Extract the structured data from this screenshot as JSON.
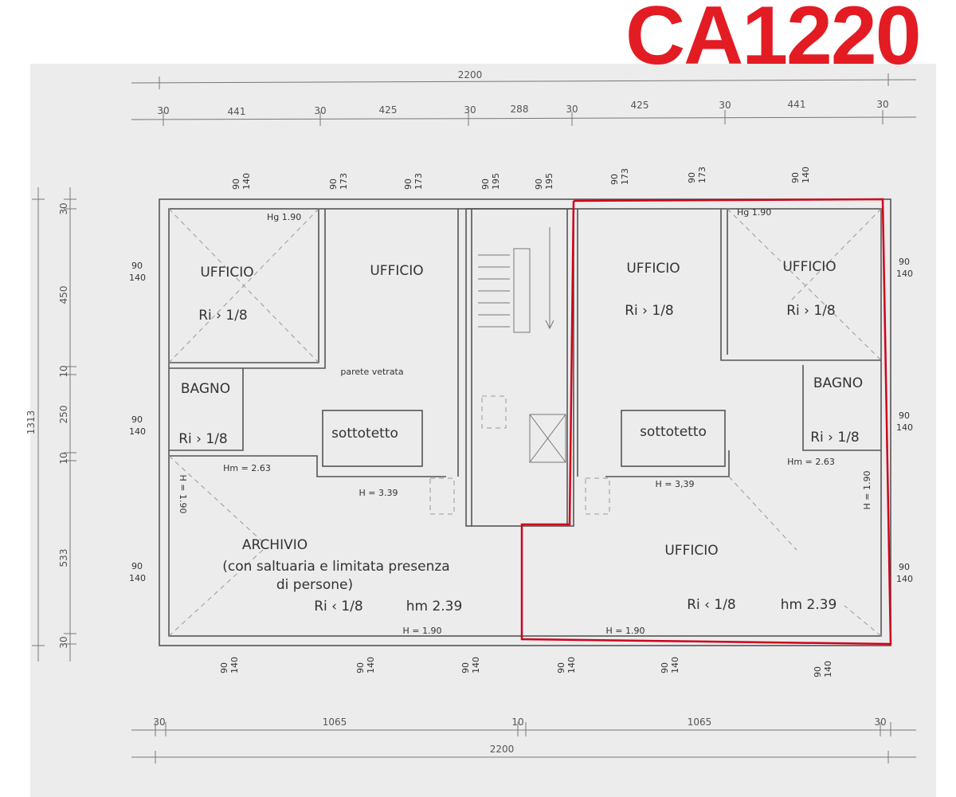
{
  "title": "CA1220",
  "colors": {
    "title": "#e31b23",
    "highlight": "#d0021b",
    "paper": "#ececec"
  },
  "dimensions": {
    "top_total": "2200",
    "top_segments": [
      "30",
      "441",
      "30",
      "425",
      "30",
      "288",
      "30",
      "425",
      "30",
      "441",
      "30"
    ],
    "left_total": "1313",
    "left_segments": [
      "30",
      "450",
      "10",
      "250",
      "10",
      "533",
      "30"
    ],
    "bottom_segments": [
      "30",
      "1065",
      "10",
      "1065",
      "30"
    ],
    "bottom_total": "2200"
  },
  "windows": {
    "top": [
      [
        "90",
        "140"
      ],
      [
        "90",
        "173"
      ],
      [
        "90",
        "173"
      ],
      [
        "90",
        "195"
      ],
      [
        "90",
        "195"
      ],
      [
        "90",
        "173"
      ],
      [
        "90",
        "173"
      ],
      [
        "90",
        "140"
      ]
    ],
    "bottom": [
      [
        "90",
        "140"
      ],
      [
        "90",
        "140"
      ],
      [
        "90",
        "140"
      ],
      [
        "90",
        "140"
      ],
      [
        "90",
        "140"
      ],
      [
        "90",
        "140"
      ]
    ],
    "left": [
      [
        "90",
        "140"
      ],
      [
        "90",
        "140"
      ],
      [
        "90",
        "140"
      ]
    ],
    "right": [
      [
        "90",
        "140"
      ],
      [
        "90",
        "140"
      ],
      [
        "90",
        "140"
      ]
    ]
  },
  "rooms": {
    "office_tl": {
      "name": "UFFICIO",
      "ratio": "Ri › 1/8",
      "height": "Hg 1.90"
    },
    "office_tc": {
      "name": "UFFICIO"
    },
    "office_tr1": {
      "name": "UFFICIO",
      "ratio": "Ri › 1/8"
    },
    "office_tr2": {
      "name": "UFFICIO",
      "ratio": "Ri › 1/8",
      "height": "Hg 1.90"
    },
    "bath_l": {
      "name": "BAGNO",
      "ratio": "Ri › 1/8"
    },
    "bath_r": {
      "name": "BAGNO",
      "ratio": "Ri › 1/8"
    },
    "glass_wall": "parete vetrata",
    "attic_l": {
      "name": "sottotetto",
      "height": "H = 3.39"
    },
    "attic_r": {
      "name": "sottotetto",
      "height": "H = 3,39"
    },
    "hm_l": "Hm = 2.63",
    "hm_r": "Hm = 2.63",
    "archive": {
      "name": "ARCHIVIO",
      "line2": "(con saltuaria e limitata presenza",
      "line3": "di persone)",
      "ratio": "Ri ‹ 1/8",
      "hm": "hm 2.39",
      "h_side": "H = 1.90",
      "h_bottom": "H = 1.90"
    },
    "office_br": {
      "name": "UFFICIO",
      "ratio": "Ri ‹ 1/8",
      "hm": "hm 2.39",
      "h_side": "H = 1.90",
      "h_bottom": "H = 1.90"
    }
  }
}
